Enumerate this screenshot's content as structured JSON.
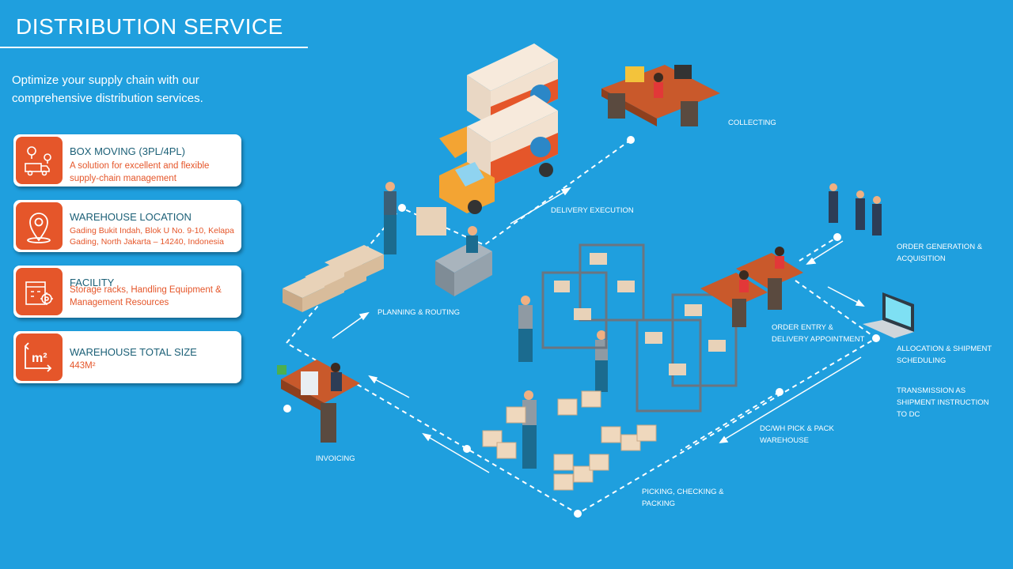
{
  "header": {
    "title": "DISTRIBUTION SERVICE"
  },
  "intro": "Optimize your supply chain with our comprehensive distribution services.",
  "cards": [
    {
      "title": "BOX MOVING (3PL/4PL)",
      "desc": "A solution for excellent and flexible supply-chain management",
      "icon": "route-truck-icon"
    },
    {
      "title": "WAREHOUSE LOCATION",
      "desc": "Gading Bukit Indah, Blok U No. 9-10, Kelapa Gading, North Jakarta – 14240, Indonesia",
      "icon": "location-pin-icon"
    },
    {
      "title": "FACILITY",
      "desc": "Storage racks, Handling Equipment & Management Resources",
      "icon": "building-gear-icon"
    },
    {
      "title": "WAREHOUSE TOTAL SIZE",
      "desc": "443M²",
      "icon": "square-meter-icon"
    }
  ],
  "steps": {
    "collecting": "COLLECTING",
    "delivery_execution": "DELIVERY EXECUTION",
    "planning_routing": "PLANNING & ROUTING",
    "order_generation": "ORDER GENERATION & ACQUISITION",
    "order_entry": "ORDER ENTRY & DELIVERY APPOINTMENT",
    "allocation": "ALLOCATION & SHIPMENT SCHEDULING",
    "transmission": "TRANSMISSION AS SHIPMENT INSTRUCTION TO DC",
    "dc_wh_pick_pack": "DC/WH PICK & PACK WAREHOUSE",
    "invoicing": "INVOICING",
    "picking_checking": "PICKING, CHECKING & PACKING"
  },
  "colors": {
    "background": "#1f9fde",
    "accent": "#e5562a",
    "card_title": "#1c6077"
  }
}
